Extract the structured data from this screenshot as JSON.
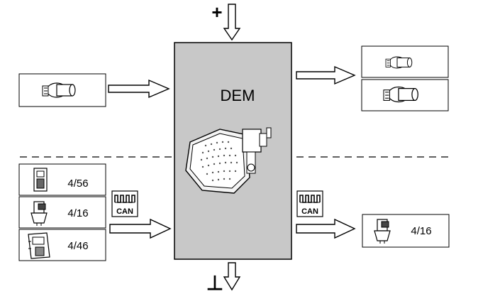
{
  "central_unit": {
    "label": "DEM"
  },
  "power": {
    "plus_symbol": "+",
    "ground_symbol": "⊥"
  },
  "can_badge": {
    "text": "CAN"
  },
  "left_inputs": [
    {
      "label": "4/56",
      "icon": "control-module-icon"
    },
    {
      "label": "4/16",
      "icon": "connector-sensor-icon"
    },
    {
      "label": "4/46",
      "icon": "electronic-unit-icon"
    }
  ],
  "right_outputs_can": [
    {
      "label": "4/16",
      "icon": "connector-sensor-icon"
    }
  ],
  "top_left_input": {
    "icon": "solenoid-sensor-icon"
  },
  "top_right_outputs": [
    {
      "icon": "solenoid-valve-icon"
    },
    {
      "icon": "solenoid-actuator-icon"
    }
  ],
  "colors": {
    "unit_fill": "#c8c8c8",
    "stroke": "#000000",
    "background": "#ffffff"
  }
}
